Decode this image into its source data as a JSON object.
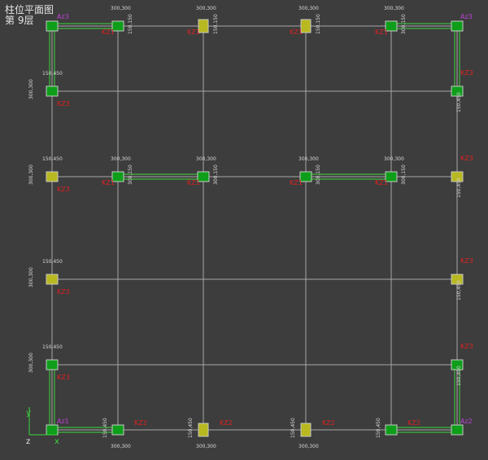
{
  "header": {
    "title": "柱位平面图",
    "floor": "第  9层"
  },
  "colors": {
    "background": "#3d3d3d",
    "grid": "#a8a8a8",
    "beam": "#3dd63d",
    "column_green": "#0e9e1a",
    "column_yellow": "#b8b820",
    "red_label": "#e02020",
    "magenta_label": "#c040d8",
    "dim_text": "#d8d8d8"
  },
  "axis": {
    "y_label": "y",
    "x_label": "x",
    "z_label": "z"
  },
  "columns": [
    {
      "id": "c1",
      "col": 0,
      "row": 0,
      "color": "green",
      "name": "Az3",
      "name_color": "magenta",
      "dim_a": "",
      "dim_b": ""
    },
    {
      "id": "c2",
      "col": 1,
      "row": 0,
      "color": "green",
      "name": "KZ1",
      "name_color": "red",
      "dim_a": "300,300",
      "dim_b": "150,150"
    },
    {
      "id": "c3",
      "col": 2,
      "row": 0,
      "color": "yellow",
      "name": "KZ1",
      "name_color": "red",
      "dim_a": "300,300",
      "dim_b": "150,150"
    },
    {
      "id": "c4",
      "col": 3,
      "row": 0,
      "color": "yellow",
      "name": "KZ1",
      "name_color": "red",
      "dim_a": "300,300",
      "dim_b": "150,150"
    },
    {
      "id": "c5",
      "col": 4,
      "row": 0,
      "color": "green",
      "name": "KZ1",
      "name_color": "red",
      "dim_a": "300,300",
      "dim_b": "300,150"
    },
    {
      "id": "c6",
      "col": 5,
      "row": 0,
      "color": "green",
      "name": "Az3",
      "name_color": "magenta",
      "dim_a": "",
      "dim_b": ""
    },
    {
      "id": "c7",
      "col": 0,
      "row": 1,
      "color": "green",
      "name": "KZ3",
      "name_color": "red",
      "dim_a": "150,450",
      "dim_b": "300,300"
    },
    {
      "id": "c8",
      "col": 5,
      "row": 1,
      "color": "green",
      "name": "KZ3",
      "name_color": "red",
      "dim_a": "",
      "dim_b": "150,450"
    },
    {
      "id": "c9",
      "col": 0,
      "row": 2,
      "color": "yellow",
      "name": "KZ3",
      "name_color": "red",
      "dim_a": "150,450",
      "dim_b": "300,300"
    },
    {
      "id": "c10",
      "col": 1,
      "row": 2,
      "color": "green",
      "name": "KZ1",
      "name_color": "red",
      "dim_a": "300,300",
      "dim_b": "300,150"
    },
    {
      "id": "c11",
      "col": 2,
      "row": 2,
      "color": "green",
      "name": "KZ1",
      "name_color": "red",
      "dim_a": "300,300",
      "dim_b": "300,150"
    },
    {
      "id": "c12",
      "col": 3,
      "row": 2,
      "color": "green",
      "name": "KZ1",
      "name_color": "red",
      "dim_a": "300,300",
      "dim_b": "300,150"
    },
    {
      "id": "c13",
      "col": 4,
      "row": 2,
      "color": "green",
      "name": "KZ1",
      "name_color": "red",
      "dim_a": "300,300",
      "dim_b": "300,150"
    },
    {
      "id": "c14",
      "col": 5,
      "row": 2,
      "color": "yellow",
      "name": "KZ3",
      "name_color": "red",
      "dim_a": "",
      "dim_b": "150,450"
    },
    {
      "id": "c15",
      "col": 0,
      "row": 3,
      "color": "yellow",
      "name": "KZ3",
      "name_color": "red",
      "dim_a": "150,450",
      "dim_b": "300,300"
    },
    {
      "id": "c16",
      "col": 5,
      "row": 3,
      "color": "yellow",
      "name": "KZ3",
      "name_color": "red",
      "dim_a": "",
      "dim_b": "150,450"
    },
    {
      "id": "c17",
      "col": 0,
      "row": 4,
      "color": "green",
      "name": "KZ3",
      "name_color": "red",
      "dim_a": "150,450",
      "dim_b": "300,300"
    },
    {
      "id": "c18",
      "col": 5,
      "row": 4,
      "color": "green",
      "name": "KZ3",
      "name_color": "red",
      "dim_a": "",
      "dim_b": "150,450"
    },
    {
      "id": "c19",
      "col": 0,
      "row": 5,
      "color": "green",
      "name": "Az1",
      "name_color": "magenta",
      "dim_a": "",
      "dim_b": ""
    },
    {
      "id": "c20",
      "col": 1,
      "row": 5,
      "color": "green",
      "name": "KZ2",
      "name_color": "red",
      "dim_a": "300,300",
      "dim_b": "150,450"
    },
    {
      "id": "c21",
      "col": 2,
      "row": 5,
      "color": "yellow",
      "name": "KZ2",
      "name_color": "red",
      "dim_a": "300,300",
      "dim_b": "150,450"
    },
    {
      "id": "c22",
      "col": 3,
      "row": 5,
      "color": "yellow",
      "name": "KZ2",
      "name_color": "red",
      "dim_a": "300,300",
      "dim_b": "150,450"
    },
    {
      "id": "c23",
      "col": 4,
      "row": 5,
      "color": "green",
      "name": "KZ2",
      "name_color": "red",
      "dim_a": "",
      "dim_b": "150,450"
    },
    {
      "id": "c24",
      "col": 5,
      "row": 5,
      "color": "green",
      "name": "Az2",
      "name_color": "magenta",
      "dim_a": "",
      "dim_b": ""
    }
  ]
}
